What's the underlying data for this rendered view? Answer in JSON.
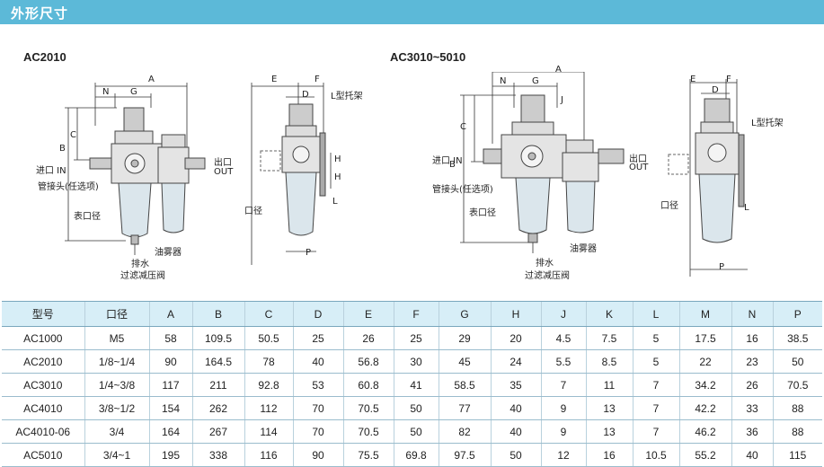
{
  "header": {
    "title": "外形尺寸"
  },
  "models": {
    "left": "AC2010",
    "right": "AC3010~5010"
  },
  "labels": {
    "in": "进口 IN",
    "out1": "出口",
    "out2": "OUT",
    "fitting": "管接头(任选项)",
    "gauge_port": "表口径",
    "drain": "排水",
    "regulator": "过滤减压阀",
    "lubricator": "油雾器",
    "bracket": "L型托架",
    "port": "口径"
  },
  "colors": {
    "header": "#5cb9d8",
    "table_header": "#d7eef7"
  },
  "table": {
    "headers": [
      "型号",
      "口径",
      "A",
      "B",
      "C",
      "D",
      "E",
      "F",
      "G",
      "H",
      "J",
      "K",
      "L",
      "M",
      "N",
      "P"
    ],
    "rows": [
      [
        "AC1000",
        "M5",
        "58",
        "109.5",
        "50.5",
        "25",
        "26",
        "25",
        "29",
        "20",
        "4.5",
        "7.5",
        "5",
        "17.5",
        "16",
        "38.5"
      ],
      [
        "AC2010",
        "1/8~1/4",
        "90",
        "164.5",
        "78",
        "40",
        "56.8",
        "30",
        "45",
        "24",
        "5.5",
        "8.5",
        "5",
        "22",
        "23",
        "50"
      ],
      [
        "AC3010",
        "1/4~3/8",
        "117",
        "211",
        "92.8",
        "53",
        "60.8",
        "41",
        "58.5",
        "35",
        "7",
        "11",
        "7",
        "34.2",
        "26",
        "70.5"
      ],
      [
        "AC4010",
        "3/8~1/2",
        "154",
        "262",
        "112",
        "70",
        "70.5",
        "50",
        "77",
        "40",
        "9",
        "13",
        "7",
        "42.2",
        "33",
        "88"
      ],
      [
        "AC4010-06",
        "3/4",
        "164",
        "267",
        "114",
        "70",
        "70.5",
        "50",
        "82",
        "40",
        "9",
        "13",
        "7",
        "46.2",
        "36",
        "88"
      ],
      [
        "AC5010",
        "3/4~1",
        "195",
        "338",
        "116",
        "90",
        "75.5",
        "69.8",
        "97.5",
        "50",
        "12",
        "16",
        "10.5",
        "55.2",
        "40",
        "115"
      ]
    ]
  }
}
